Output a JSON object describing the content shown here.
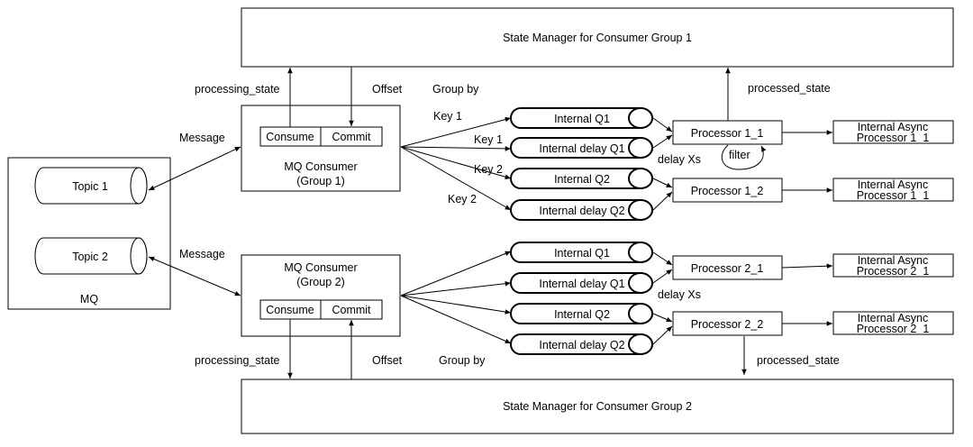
{
  "state_managers": {
    "group1": "State Manager for Consumer Group 1",
    "group2": "State Manager for Consumer Group 2"
  },
  "mq": {
    "label": "MQ",
    "topics": [
      "Topic 1",
      "Topic 2"
    ]
  },
  "consumers": [
    {
      "title_line1": "MQ Consumer",
      "title_line2": "(Group 1)",
      "consume": "Consume",
      "commit": "Commit"
    },
    {
      "title_line1": "MQ Consumer",
      "title_line2": "(Group 2)",
      "consume": "Consume",
      "commit": "Commit"
    }
  ],
  "edge_labels": {
    "message_1": "Message",
    "message_2": "Message",
    "processing_state_1": "processing_state",
    "processing_state_2": "processing_state",
    "offset_1": "Offset",
    "offset_2": "Offset",
    "group_by_1": "Group by",
    "group_by_2": "Group by",
    "processed_state_1": "processed_state",
    "processed_state_2": "processed_state",
    "key_1a": "Key 1",
    "key_1b": "Key 1",
    "key_2a": "Key 2",
    "key_2b": "Key 2",
    "delay_1": "delay Xs",
    "delay_2": "delay Xs",
    "filter": "filter"
  },
  "queues_group1": [
    "Internal Q1",
    "Internal delay Q1",
    "Internal Q2",
    "Internal delay Q2"
  ],
  "queues_group2": [
    "Internal Q1",
    "Internal delay Q1",
    "Internal Q2",
    "Internal delay Q2"
  ],
  "processors": [
    "Processor 1_1",
    "Processor 1_2",
    "Processor 2_1",
    "Processor 2_2"
  ],
  "async_processors": [
    {
      "line1": "Internal Async",
      "line2": "Processor 1_1"
    },
    {
      "line1": "Internal Async",
      "line2": "Processor 1_1"
    },
    {
      "line1": "Internal Async",
      "line2": "Processor 2_1"
    },
    {
      "line1": "Internal Async",
      "line2": "Processor 2_1"
    }
  ]
}
